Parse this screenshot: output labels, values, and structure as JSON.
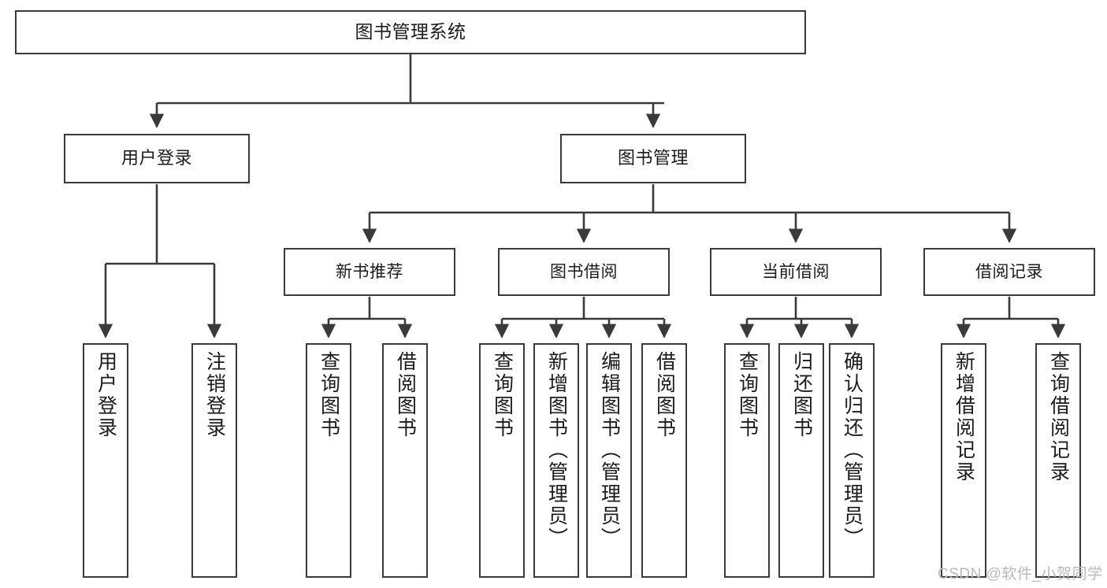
{
  "diagram": {
    "title": "图书管理系统",
    "type": "tree-hierarchy-chart",
    "root": {
      "id": "root",
      "label": "图书管理系统"
    },
    "level2": [
      {
        "id": "user-login",
        "label": "用户登录"
      },
      {
        "id": "book-management",
        "label": "图书管理"
      }
    ],
    "level3": [
      {
        "id": "new-book-recommend",
        "label": "新书推荐"
      },
      {
        "id": "book-borrow",
        "label": "图书借阅"
      },
      {
        "id": "current-borrow",
        "label": "当前借阅"
      },
      {
        "id": "borrow-record",
        "label": "借阅记录"
      }
    ],
    "leaves": [
      {
        "id": "leaf-user-login",
        "label": "用户登录",
        "parent": "user-login"
      },
      {
        "id": "leaf-logout-login",
        "label": "注销登录",
        "parent": "user-login"
      },
      {
        "id": "leaf-query-book-1",
        "label": "查询图书",
        "parent": "new-book-recommend"
      },
      {
        "id": "leaf-borrow-book-1",
        "label": "借阅图书",
        "parent": "new-book-recommend"
      },
      {
        "id": "leaf-query-book-2",
        "label": "查询图书",
        "parent": "book-borrow"
      },
      {
        "id": "leaf-add-book",
        "label": "新增图书（管理员）",
        "parent": "book-borrow"
      },
      {
        "id": "leaf-edit-book",
        "label": "编辑图书（管理员）",
        "parent": "book-borrow"
      },
      {
        "id": "leaf-borrow-book-2",
        "label": "借阅图书",
        "parent": "book-borrow"
      },
      {
        "id": "leaf-query-book-3",
        "label": "查询图书",
        "parent": "current-borrow"
      },
      {
        "id": "leaf-return-book",
        "label": "归还图书",
        "parent": "current-borrow"
      },
      {
        "id": "leaf-confirm-return",
        "label": "确认归还（管理员）",
        "parent": "current-borrow"
      },
      {
        "id": "leaf-add-record",
        "label": "新增借阅记录",
        "parent": "borrow-record"
      },
      {
        "id": "leaf-query-record",
        "label": "查询借阅记录",
        "parent": "borrow-record"
      }
    ]
  },
  "watermark": {
    "text": "CSDN @软件_小贺同学"
  },
  "colors": {
    "border": "#3a3a3a",
    "background": "#ffffff",
    "text": "#1b1b1b",
    "watermark": "#b9b9b9"
  }
}
